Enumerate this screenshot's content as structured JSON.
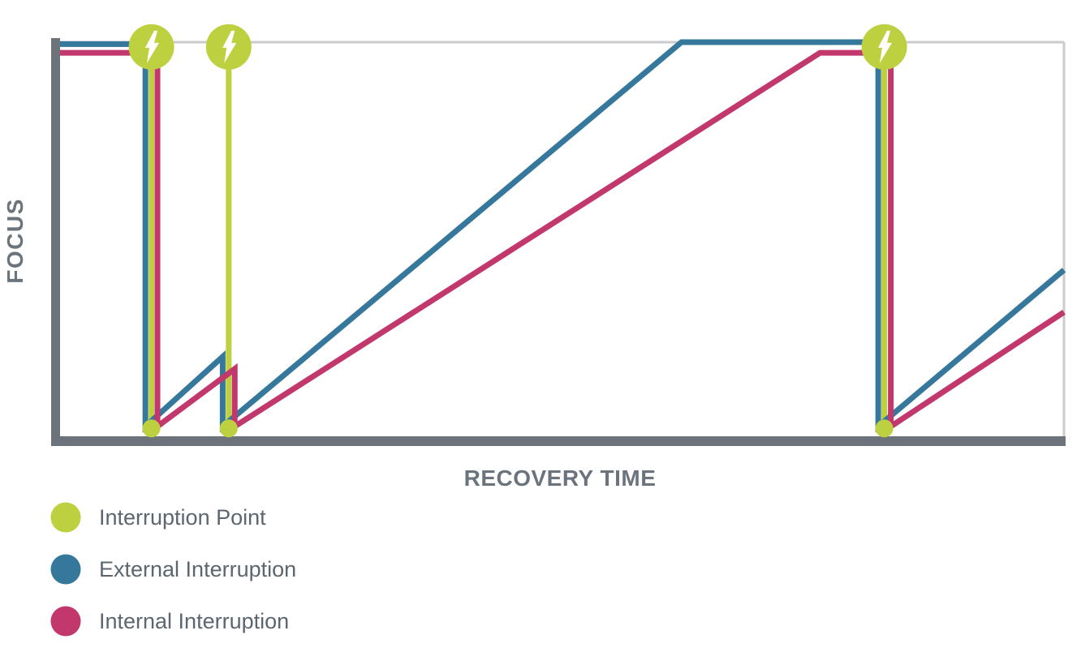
{
  "colors": {
    "lime": "#bdd140",
    "blue": "#36789b",
    "pink": "#c2386d",
    "axis_gray": "#6d737b",
    "grid_gray": "#cbcbcb",
    "axis_label_gray": "#6b737c",
    "legend_text_gray": "#5c6670"
  },
  "axes": {
    "x_label": "RECOVERY TIME",
    "y_label": "FOCUS"
  },
  "legend": {
    "items": [
      {
        "label": "Interruption Point",
        "color": "#bdd140",
        "swatch": "circle"
      },
      {
        "label": "External Interruption",
        "color": "#36789b",
        "swatch": "circle"
      },
      {
        "label": "Internal Interruption",
        "color": "#c2386d",
        "swatch": "circle"
      }
    ]
  },
  "chart_data": {
    "type": "line",
    "title": "",
    "xlabel": "RECOVERY TIME",
    "ylabel": "FOCUS",
    "xlim": [
      0,
      100
    ],
    "ylim": [
      0,
      100
    ],
    "grid": "top-gridline-and-right-border-only",
    "legend_position": "below-left",
    "series": [
      {
        "name": "External Interruption",
        "color": "#36789b",
        "points": [
          [
            0,
            99.5
          ],
          [
            8.5,
            99.5
          ],
          [
            8.5,
            2.5
          ],
          [
            16.2,
            20.2
          ],
          [
            16.2,
            2.5
          ],
          [
            61.9,
            100
          ],
          [
            81.5,
            100
          ],
          [
            81.5,
            2.5
          ],
          [
            100,
            42.2
          ]
        ]
      },
      {
        "name": "Internal Interruption",
        "color": "#c2386d",
        "points": [
          [
            0,
            97.3
          ],
          [
            9.7,
            97.3
          ],
          [
            9.7,
            2.5
          ],
          [
            17.4,
            17.1
          ],
          [
            17.4,
            2.5
          ],
          [
            75.7,
            97.3
          ],
          [
            82.75,
            97.3
          ],
          [
            82.75,
            2.5
          ],
          [
            100,
            31.5
          ]
        ]
      }
    ],
    "interruption_points": {
      "marker": "lightning-bolt-icon",
      "marker_color": "#bdd140",
      "x": [
        9.1,
        16.8,
        82.1
      ],
      "top_y": 98.8,
      "bottom_y": 2.0
    }
  }
}
